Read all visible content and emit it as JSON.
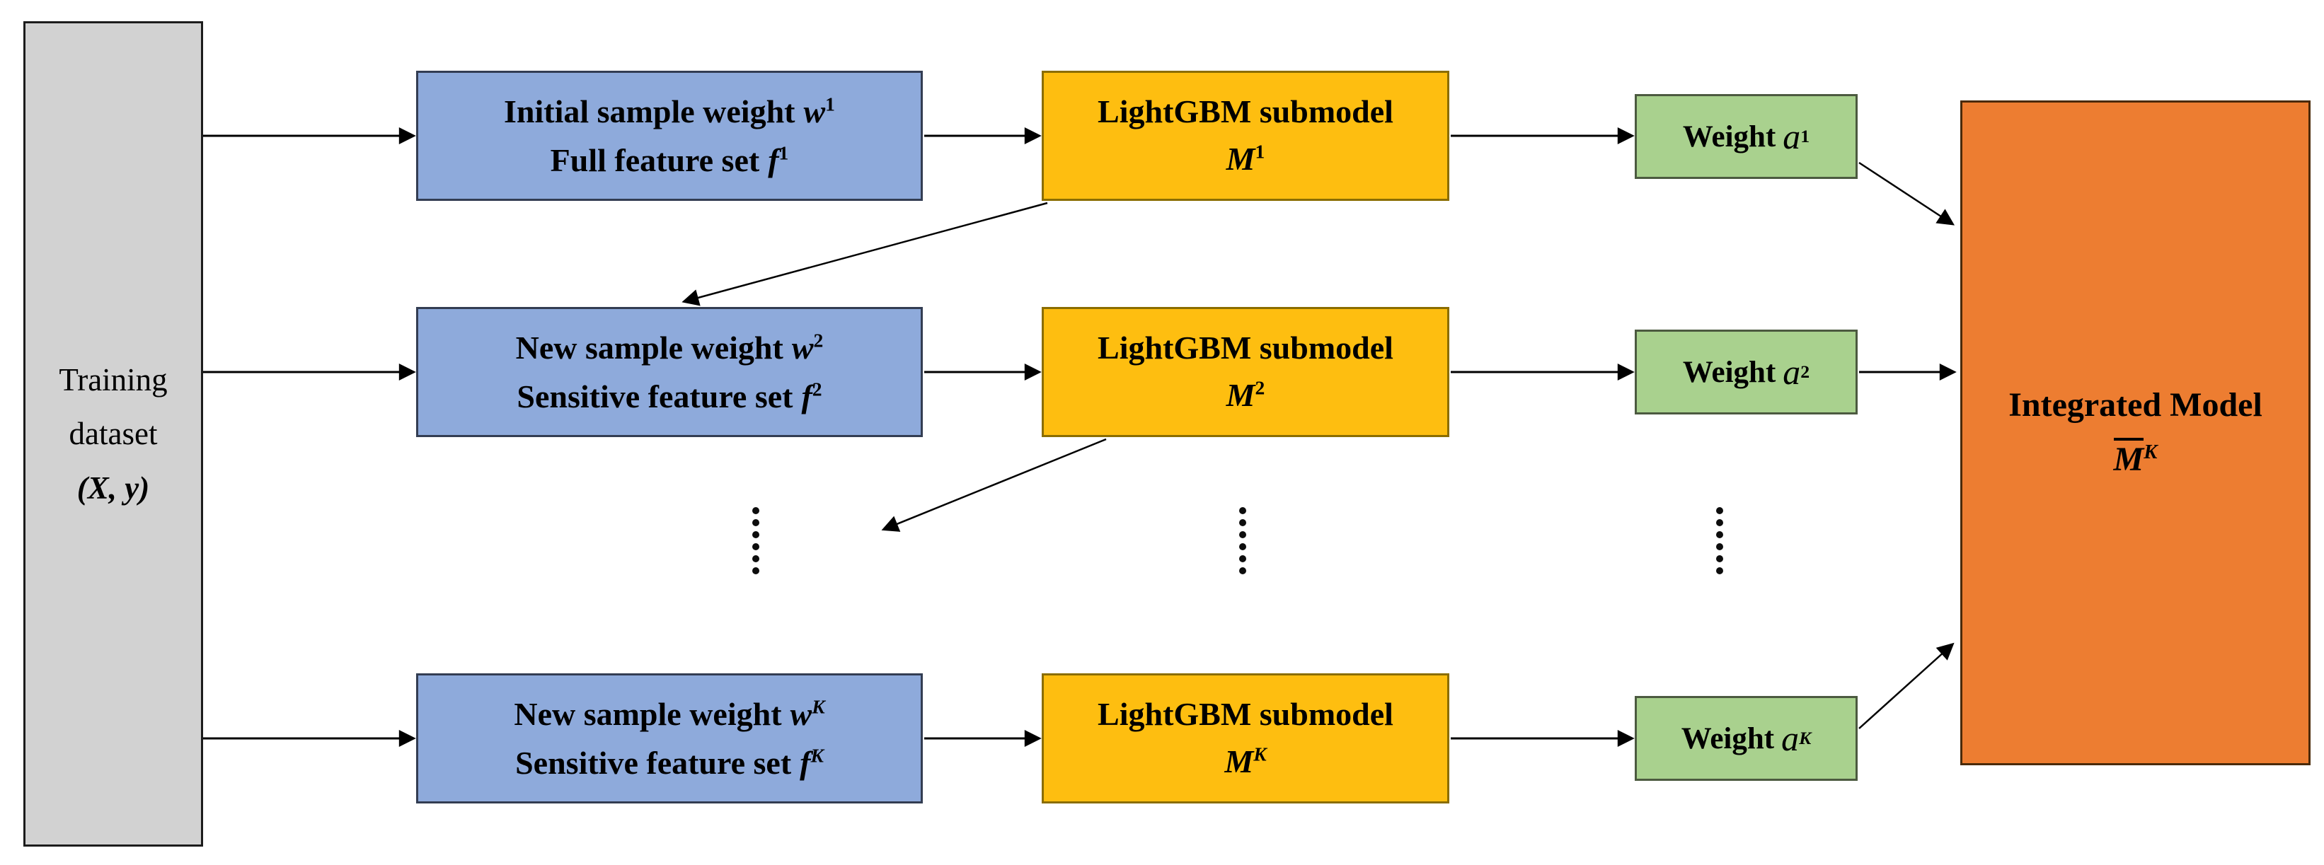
{
  "diagram": {
    "title_semantics": "Boosted LightGBM ensemble training flow",
    "colors": {
      "background": "#ffffff",
      "training_fill": "#d2d2d2",
      "sample_fill": "#8eaadb",
      "submodel_fill": "#febe10",
      "weight_fill": "#a9d18e",
      "integrated_fill": "#ed7d31",
      "arrow": "#000000"
    },
    "training_box": {
      "line1": "Training",
      "line2": "dataset",
      "line3": "(X, y)"
    },
    "rows": [
      {
        "weight_text": "Initial sample weight",
        "weight_var": "w",
        "weight_sup": "1",
        "feature_text": "Full feature set",
        "feature_var": "f",
        "feature_sup": "1",
        "submodel_text": "LightGBM submodel",
        "submodel_var": "M",
        "submodel_sup": "1",
        "alpha_text": "Weight",
        "alpha_var": "a",
        "alpha_sub": "1"
      },
      {
        "weight_text": "New sample weight",
        "weight_var": "w",
        "weight_sup": "2",
        "feature_text": "Sensitive feature set",
        "feature_var": "f",
        "feature_sup": "2",
        "submodel_text": "LightGBM submodel",
        "submodel_var": "M",
        "submodel_sup": "2",
        "alpha_text": "Weight",
        "alpha_var": "a",
        "alpha_sub": "2"
      },
      {
        "weight_text": "New sample weight",
        "weight_var": "w",
        "weight_sup": "K",
        "feature_text": "Sensitive feature set",
        "feature_var": "f",
        "feature_sup": "K",
        "submodel_text": "LightGBM submodel",
        "submodel_var": "M",
        "submodel_sup": "K",
        "alpha_text": "Weight",
        "alpha_var": "a",
        "alpha_sub": "K"
      }
    ],
    "ellipsis_symbol": "⋮",
    "integrated_box": {
      "line1": "Integrated Model",
      "var": "M",
      "sup": "K"
    }
  }
}
